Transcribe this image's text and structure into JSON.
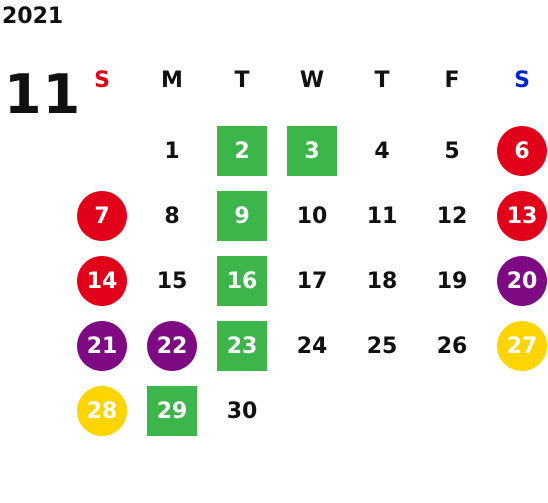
{
  "calendar": {
    "year": "2021",
    "month": "11"
  },
  "colors": {
    "text": "#111111",
    "sunday_label": "#e0001a",
    "saturday_label": "#0022cc",
    "green": "#3cb54a",
    "red": "#e0001a",
    "purple": "#7d0a82",
    "yellow": "#ffd400",
    "on_fill_text": "#ffffff"
  },
  "weekdays": [
    {
      "label": "S",
      "color": "#e0001a"
    },
    {
      "label": "M",
      "color": "#111111"
    },
    {
      "label": "T",
      "color": "#111111"
    },
    {
      "label": "W",
      "color": "#111111"
    },
    {
      "label": "T",
      "color": "#111111"
    },
    {
      "label": "F",
      "color": "#111111"
    },
    {
      "label": "S",
      "color": "#0022cc"
    }
  ],
  "days": [
    {
      "n": "1",
      "style": "plain"
    },
    {
      "n": "2",
      "style": "green"
    },
    {
      "n": "3",
      "style": "green"
    },
    {
      "n": "4",
      "style": "plain"
    },
    {
      "n": "5",
      "style": "plain"
    },
    {
      "n": "6",
      "style": "red"
    },
    {
      "n": "7",
      "style": "red"
    },
    {
      "n": "8",
      "style": "plain"
    },
    {
      "n": "9",
      "style": "green"
    },
    {
      "n": "10",
      "style": "plain"
    },
    {
      "n": "11",
      "style": "plain"
    },
    {
      "n": "12",
      "style": "plain"
    },
    {
      "n": "13",
      "style": "red"
    },
    {
      "n": "14",
      "style": "red"
    },
    {
      "n": "15",
      "style": "plain"
    },
    {
      "n": "16",
      "style": "green"
    },
    {
      "n": "17",
      "style": "plain"
    },
    {
      "n": "18",
      "style": "plain"
    },
    {
      "n": "19",
      "style": "plain"
    },
    {
      "n": "20",
      "style": "purple"
    },
    {
      "n": "21",
      "style": "purple"
    },
    {
      "n": "22",
      "style": "purple"
    },
    {
      "n": "23",
      "style": "green"
    },
    {
      "n": "24",
      "style": "plain"
    },
    {
      "n": "25",
      "style": "plain"
    },
    {
      "n": "26",
      "style": "plain"
    },
    {
      "n": "27",
      "style": "yellow"
    },
    {
      "n": "28",
      "style": "yellow"
    },
    {
      "n": "29",
      "style": "green"
    },
    {
      "n": "30",
      "style": "plain"
    }
  ]
}
